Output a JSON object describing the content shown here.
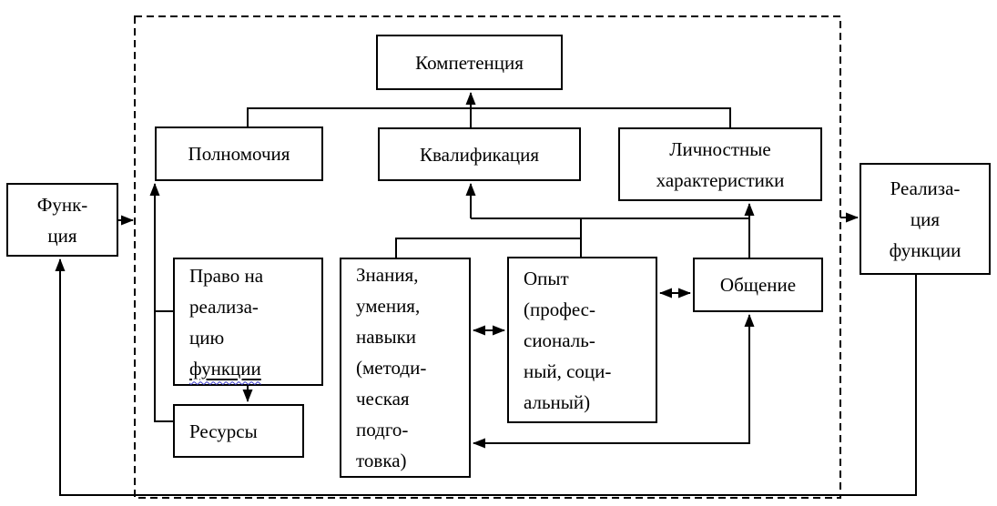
{
  "colors": {
    "ink": "#000000",
    "background": "#ffffff",
    "spellcheck_wavy": "#3a3acc"
  },
  "diagram": {
    "nodes": {
      "funktsiya": "Функ-\nция",
      "kompetentsiya": "Компетенция",
      "polnomochiya": "Полномочия",
      "kvalifikatsiya": "Квалификация",
      "lichnostnye_kharakteristiki": "Личностные\nхарактеристики",
      "pravo_main": "Право на\nреализа-\nцию",
      "pravo_underlined": "функции",
      "resursy": "Ресурсы",
      "znaniya": "Знания,\nумения,\nнавыки\n(методи-\nческая\nподго-\nтовка)",
      "opyt": "Опыт\n(профес-\nсиональ-\nный, соци-\nальный)",
      "obshchenie": "Общение",
      "realizatsiya_funktsii": "Реализа-\nция\nфункции"
    },
    "edges": [
      {
        "from": "polnomochiya",
        "to": "kompetentsiya",
        "arrow": "to"
      },
      {
        "from": "kvalifikatsiya",
        "to": "kompetentsiya",
        "arrow": "to"
      },
      {
        "from": "lichnostnye_kharakteristiki",
        "to": "kompetentsiya",
        "arrow": "to"
      },
      {
        "from": "pravo_na_realizatsiyu_funktsii",
        "to": "polnomochiya",
        "arrow": "to"
      },
      {
        "from": "resursy",
        "to": "polnomochiya",
        "arrow": "to"
      },
      {
        "from": "pravo_na_realizatsiyu_funktsii",
        "to": "resursy",
        "arrow": "to"
      },
      {
        "from": "znaniya",
        "to": "kvalifikatsiya",
        "arrow": "to"
      },
      {
        "from": "opyt",
        "to": "kvalifikatsiya",
        "arrow": "to"
      },
      {
        "from": "obshchenie",
        "to": "lichnostnye_kharakteristiki",
        "arrow": "to"
      },
      {
        "from": "znaniya",
        "to": "opyt",
        "arrow": "both"
      },
      {
        "from": "opyt",
        "to": "obshchenie",
        "arrow": "both"
      },
      {
        "from": "znaniya",
        "to": "obshchenie",
        "arrow": "both"
      },
      {
        "from": "funktsiya",
        "to": "dashed-boundary",
        "arrow": "to"
      },
      {
        "from": "dashed-boundary",
        "to": "realizatsiya_funktsii",
        "arrow": "to"
      },
      {
        "from": "realizatsiya_funktsii",
        "to": "funktsiya",
        "arrow": "to"
      }
    ]
  }
}
